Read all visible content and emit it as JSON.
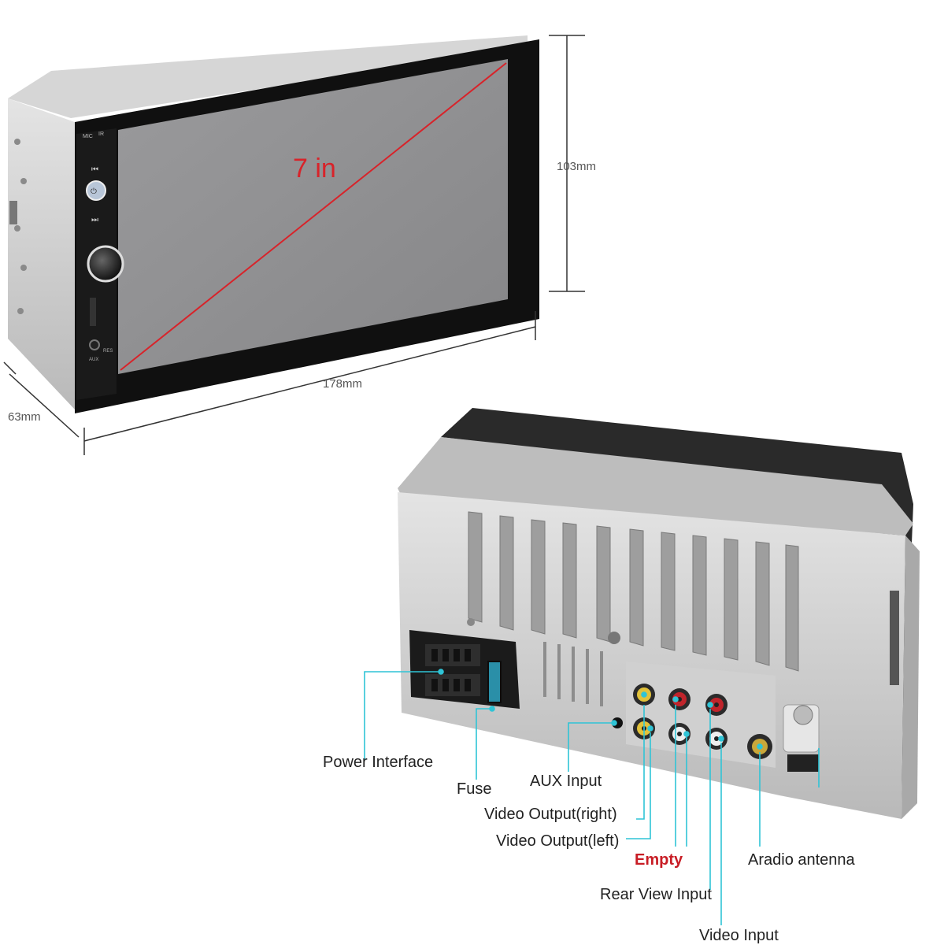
{
  "front_view": {
    "diagonal_label": "7 in",
    "width_label": "178mm",
    "height_label": "103mm",
    "depth_label": "63mm",
    "panel_marks": [
      "MIC",
      "IR",
      "AUX",
      "RES"
    ]
  },
  "rear_view": {
    "callouts": [
      {
        "label": "Power Interface"
      },
      {
        "label": "Fuse"
      },
      {
        "label": "AUX Input"
      },
      {
        "label": "Video Output(right)"
      },
      {
        "label": "Video Output(left)"
      },
      {
        "label": "Empty"
      },
      {
        "label": "Aradio antenna"
      },
      {
        "label": "Rear View Input"
      },
      {
        "label": "Video Input"
      }
    ]
  },
  "colors": {
    "callout_line": "#2fc4d6",
    "diagonal": "#d8232a",
    "empty_label": "#c81d25",
    "housing": "#c9c9c9",
    "bezel": "#111111",
    "screen": "#8e8e90"
  }
}
